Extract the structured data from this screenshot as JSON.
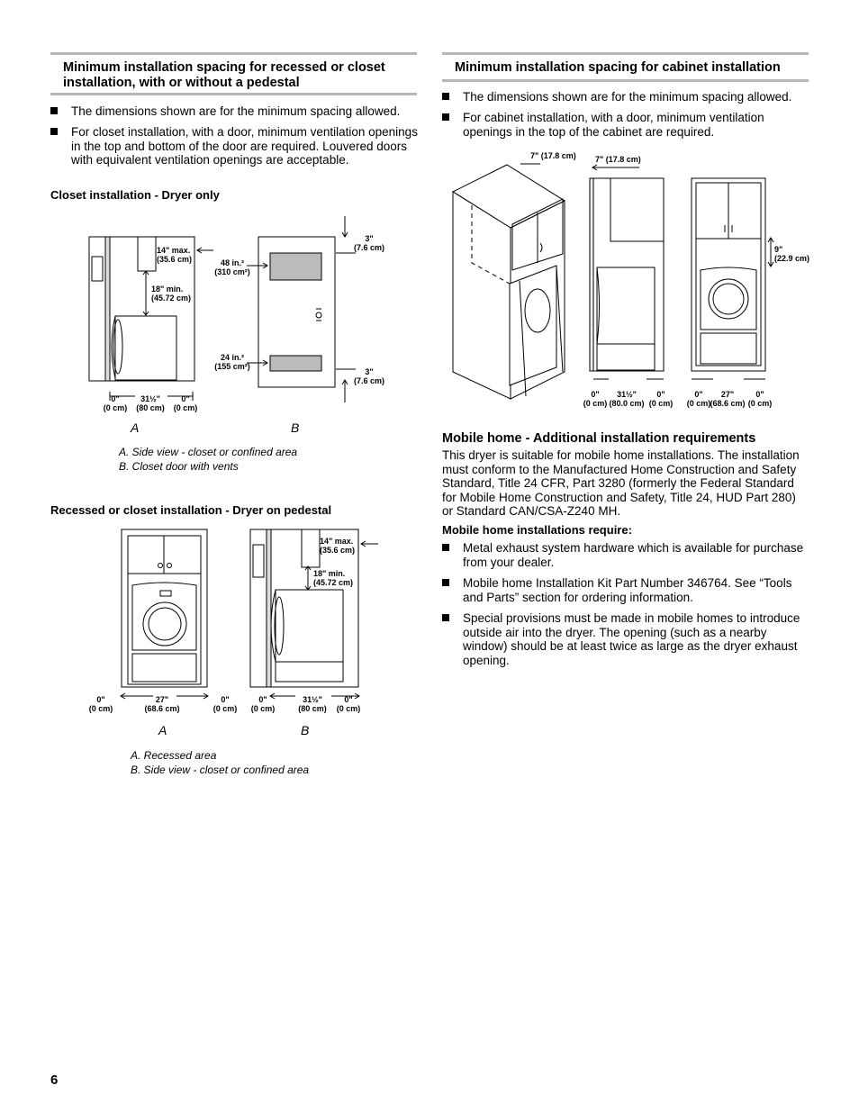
{
  "left": {
    "heading": "Minimum installation spacing for recessed or closet installation, with or without a pedestal",
    "bullets": [
      "The dimensions shown are for the minimum spacing allowed.",
      "For closet installation, with a door, minimum ventilation openings in the top and bottom of the door are required. Louvered doors with equivalent ventilation openings are acceptable."
    ],
    "fig1": {
      "title": "Closet installation - Dryer only",
      "labels": {
        "max14": "14\" max.",
        "max14cm": "(35.6 cm)",
        "min18": "18\" min.",
        "min18cm": "(45.72 cm)",
        "in48": "48 in.²",
        "in48cm": "(310 cm²)",
        "in24": "24 in.²",
        "in24cm": "(155 cm²)",
        "top3": "3\"",
        "top3cm": "(7.6 cm)",
        "bot3": "3\"",
        "bot3cm": "(7.6 cm)",
        "w0a": "0\"",
        "w31": "31½\"",
        "w0b": "0\"",
        "w0acm": "(0 cm)",
        "w31cm": "(80 cm)",
        "w0bcm": "(0 cm)"
      },
      "letter_a": "A",
      "letter_b": "B",
      "caption_a": "A. Side view - closet or confined area",
      "caption_b": "B. Closet door with vents"
    },
    "fig2": {
      "title": "Recessed or closet installation - Dryer on pedestal",
      "labels": {
        "a0l": "0\"",
        "a0lcm": "(0 cm)",
        "a27": "27\"",
        "a27cm": "(68.6 cm)",
        "a0r": "0\"",
        "a0rcm": "(0 cm)",
        "max14": "14\" max.",
        "max14cm": "(35.6 cm)",
        "min18": "18\" min.",
        "min18cm": "(45.72 cm)",
        "b0l": "0\"",
        "b0lcm": "(0 cm)",
        "b31": "31½\"",
        "b31cm": "(80 cm)",
        "b0r": "0\"",
        "b0rcm": "(0 cm)"
      },
      "letter_a": "A",
      "letter_b": "B",
      "caption_a": "A. Recessed area",
      "caption_b": "B. Side view - closet or confined area"
    }
  },
  "right": {
    "heading": "Minimum installation spacing for cabinet installation",
    "bullets": [
      "The dimensions shown are for the minimum spacing allowed.",
      "For cabinet installation, with a door, minimum ventilation openings in the top of the cabinet are required."
    ],
    "fig3": {
      "labels": {
        "c7a": "7\" (17.8 cm)",
        "c7b": "7\" (17.8 cm)",
        "c9": "9\"",
        "c9cm": "(22.9 cm)",
        "m0l": "0\"",
        "m0lcm": "(0 cm)",
        "m31": "31½\"",
        "m31cm": "(80.0 cm)",
        "m0r": "0\"",
        "m0rcm": "(0 cm)",
        "r0l": "0\"",
        "r0lcm": "(0 cm)",
        "r27": "27\"",
        "r27cm": "(68.6 cm)",
        "r0r": "0\"",
        "r0rcm": "(0 cm)"
      }
    },
    "mobile": {
      "heading": "Mobile home - Additional installation requirements",
      "paragraph": "This dryer is suitable for mobile home installations. The installation must conform to the Manufactured Home Construction and Safety Standard, Title 24 CFR, Part 3280 (formerly the Federal Standard for Mobile Home Construction and Safety, Title 24, HUD Part 280) or Standard CAN/CSA-Z240 MH.",
      "subheading": "Mobile home installations require:",
      "bullets": [
        "Metal exhaust system hardware which is available for purchase from your dealer.",
        "Mobile home Installation Kit Part Number 346764. See “Tools and Parts” section for ordering information.",
        "Special provisions must be made in mobile homes to introduce outside air into the dryer. The opening (such as a nearby window) should be at least twice as large as the dryer exhaust opening."
      ]
    }
  },
  "page_number": "6"
}
